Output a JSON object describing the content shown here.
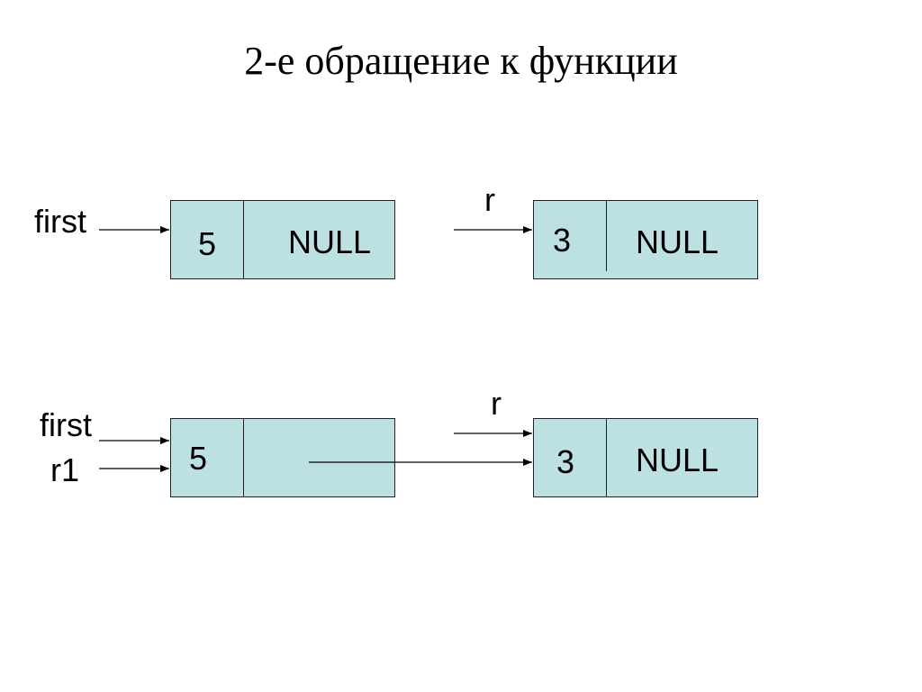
{
  "title": "2-е обращение к функции",
  "colors": {
    "cell_fill": "#bde0e3",
    "line": "#000000"
  },
  "top_row": {
    "pointer_first": "first",
    "pointer_r": "r",
    "node_a": {
      "data": "5",
      "next": "NULL"
    },
    "node_b": {
      "data": "3",
      "next": "NULL"
    }
  },
  "bottom_row": {
    "pointer_first": "first",
    "pointer_r1": "r1",
    "pointer_r": "r",
    "node_a": {
      "data": "5",
      "next": ""
    },
    "node_b": {
      "data": "3",
      "next": "NULL"
    }
  }
}
